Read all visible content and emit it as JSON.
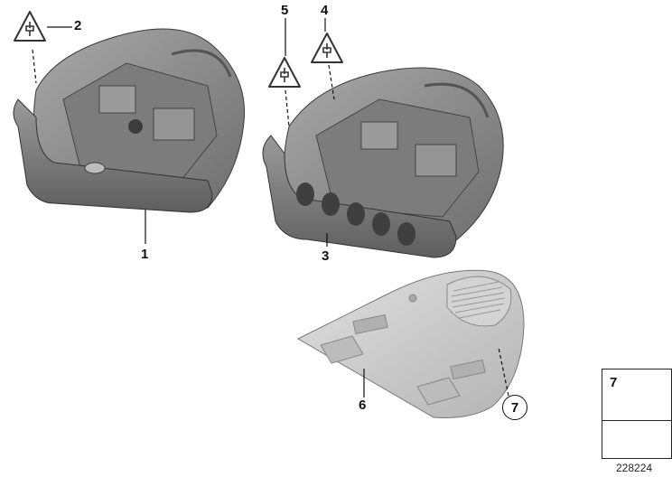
{
  "callouts": {
    "part1": "1",
    "part2": "2",
    "part3": "3",
    "part4": "4",
    "part5": "5",
    "part6": "6",
    "part7": "7"
  },
  "legend": {
    "number": "7"
  },
  "diagram_id": "228224",
  "icons": {
    "wiring_warning": "plug-warning-triangle-icon",
    "screw": "screw-icon",
    "vehicle_direction": "arrow-icon"
  },
  "colors": {
    "housing": "#8e8e8e",
    "housing_dark": "#6a6a6a",
    "cover": "#c8c8c8",
    "line": "#111111"
  }
}
